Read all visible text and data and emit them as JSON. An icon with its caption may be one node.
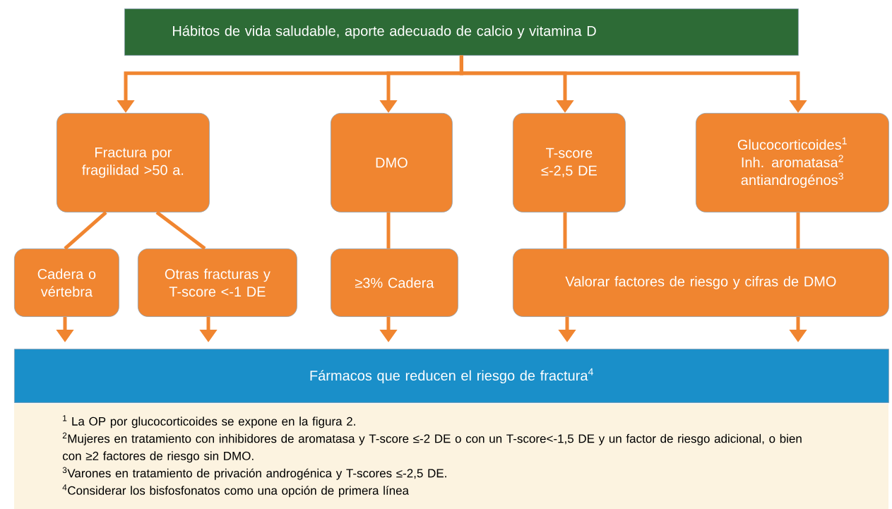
{
  "diagram": {
    "nodes": [
      {
        "text": [
          "Hábitos de vida saludable, aporte adecuado de calcio y vitamina D"
        ]
      },
      {
        "text": [
          "Fractura por fragilidad >50 a."
        ]
      },
      {
        "text": [
          "DMO"
        ]
      },
      {
        "text": [
          "T-score ≤-2,5 DE"
        ]
      },
      {
        "text": [
          "Glucocorticoides$^{1}$ Inh. aromatasa$^{2}$ antiandrogénos$^{3}$"
        ]
      },
      {
        "text": [
          "Cadera o vértebra"
        ]
      },
      {
        "text": [
          "Otras fracturas y T-score <-1 DE"
        ]
      },
      {
        "text": [
          "≥3% Cadera"
        ]
      },
      {
        "text": [
          "Valorar factores de riesgo y cifras de DMO"
        ]
      },
      {
        "text": [
          "Fármacos que reducen el riesgo de fractura$^{4}$"
        ]
      }
    ],
    "edges": [
      {
        "from": 0,
        "to": 1,
        "arrow": "to"
      },
      {
        "from": 0,
        "to": 2,
        "arrow": "to"
      },
      {
        "from": 0,
        "to": 3,
        "arrow": "to"
      },
      {
        "from": 0,
        "to": 4,
        "arrow": "to"
      },
      {
        "from": 1,
        "to": 5,
        "arrow": "none"
      },
      {
        "from": 1,
        "to": 6,
        "arrow": "none"
      },
      {
        "from": 2,
        "to": 7,
        "arrow": "none"
      },
      {
        "from": 3,
        "to": 8,
        "arrow": "none"
      },
      {
        "from": 4,
        "to": 8,
        "arrow": "none"
      },
      {
        "from": 5,
        "to": 9,
        "arrow": "to"
      },
      {
        "from": 6,
        "to": 9,
        "arrow": "to"
      },
      {
        "from": 7,
        "to": 9,
        "arrow": "to"
      },
      {
        "from": 8,
        "to": 9,
        "arrow": "to"
      },
      {
        "from": 8,
        "to": 9,
        "arrow": "to"
      }
    ],
    "labels": [
      "$^{1}$ La OP por glucocorticoides se expone en la figura 2.",
      "$^{2}$Mujeres en tratamiento con inhibidores de aromatasa y T-score ≤-2 DE o con un T-score<-1,5 DE y un factor de riesgo adicional, o bien con ≥2 factores de riesgo sin DMO.",
      "$^{3}$Varones en tratamiento de privación androgénica y T-scores ≤-2,5 DE.",
      "$^{4}$Considerar los bisfosfonatos como una opción de primera línea"
    ]
  }
}
